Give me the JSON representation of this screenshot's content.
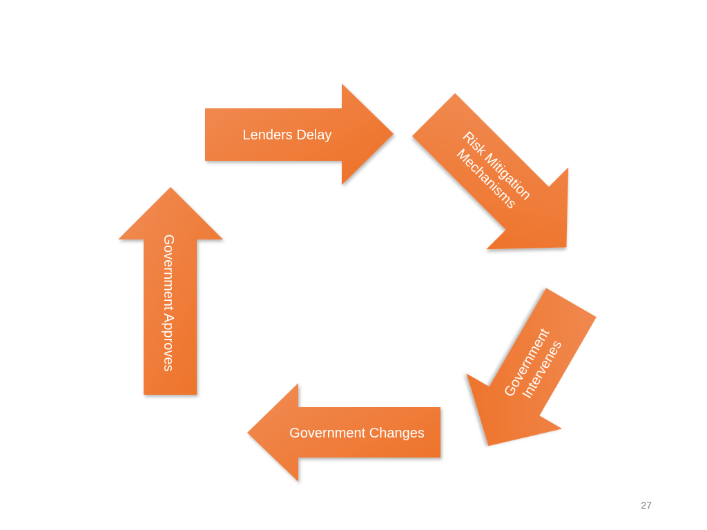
{
  "slide": {
    "page_number": "27"
  },
  "cycle": {
    "steps": [
      {
        "id": "lenders-delay",
        "label_lines": [
          "Lenders Delay"
        ]
      },
      {
        "id": "risk-mitigation",
        "label_lines": [
          "Risk Mitigation",
          "Mechanisms"
        ]
      },
      {
        "id": "government-intervenes",
        "label_lines": [
          "Government",
          "Intervenes"
        ]
      },
      {
        "id": "government-changes",
        "label_lines": [
          "Government Changes"
        ]
      },
      {
        "id": "government-approves",
        "label_lines": [
          "Government Approves"
        ]
      }
    ]
  },
  "colors": {
    "arrow_light": "#F08C55",
    "arrow_dark": "#EE7024",
    "label_text": "#FFFFFF",
    "page_number": "#808080"
  }
}
